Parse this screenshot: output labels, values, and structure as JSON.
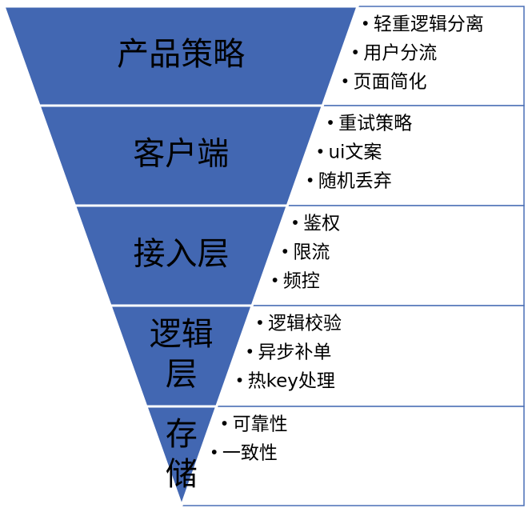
{
  "colors": {
    "layer_fill": "#4267B2",
    "layer_border": "#ffffff",
    "box_border": "#4a6fb5",
    "text": "#000000"
  },
  "layers": [
    {
      "label_lines": [
        "产品策略"
      ],
      "items": [
        "轻重逻辑分离",
        "用户分流",
        "页面简化"
      ]
    },
    {
      "label_lines": [
        "客户端"
      ],
      "items": [
        "重试策略",
        "ui文案",
        "随机丢弃"
      ]
    },
    {
      "label_lines": [
        "接入层"
      ],
      "items": [
        "鉴权",
        "限流",
        "频控"
      ]
    },
    {
      "label_lines": [
        "逻辑",
        "层"
      ],
      "items": [
        "逻辑校验",
        "异步补单",
        "热key处理"
      ]
    },
    {
      "label_lines": [
        "存",
        "储"
      ],
      "items": [
        "可靠性",
        "一致性"
      ]
    }
  ]
}
